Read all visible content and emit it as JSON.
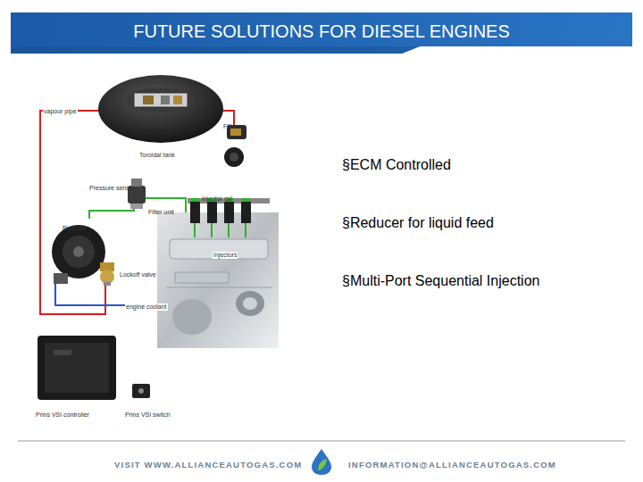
{
  "diagram": {
    "title": "FUTURE SOLUTIONS FOR DIESEL ENGINES",
    "labels": [
      "vapour pipe",
      "Toroidal tank",
      "Filler",
      "Pressure sensor",
      "Filter unit",
      "Injector rail",
      "Reducer",
      "Lockoff valve",
      "Injectors",
      "engine coolant",
      "Prins VSI controller",
      "Prins VSI switch",
      "§ECM Controlled",
      "§Reducer for liquid feed",
      "§Multi-Port Sequential Injection",
      "VISIT WWW.ALLIANCEAUTOGAS.COM",
      "INFORMATION@ALLIANCEAUTOGAS.COM"
    ]
  }
}
